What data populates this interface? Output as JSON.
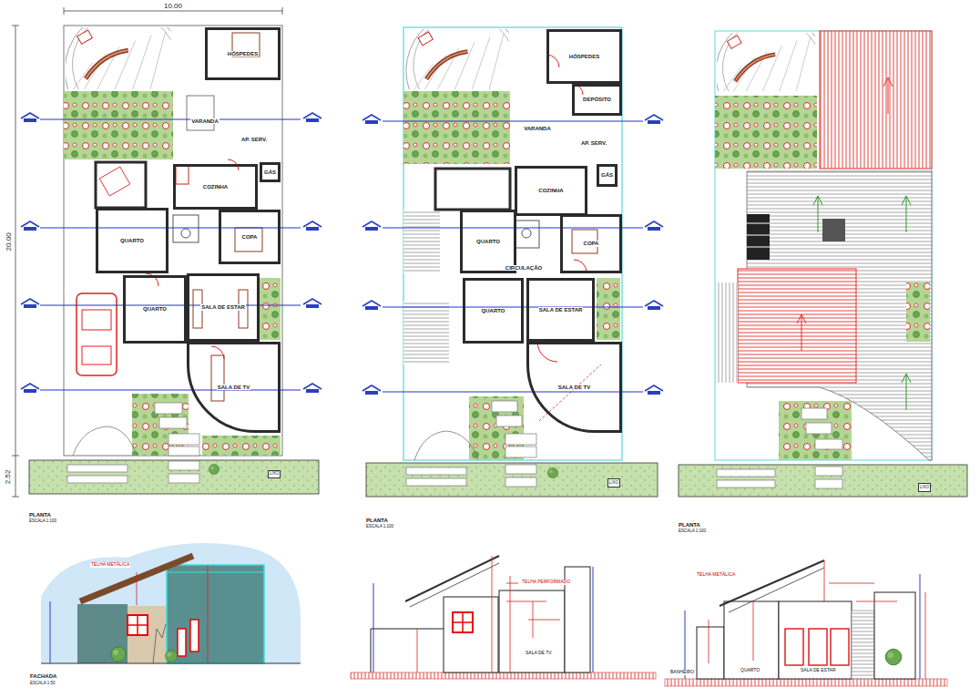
{
  "diagram": {
    "nodes": [
      {
        "text": [
          "PLANTA",
          "ESCALA 1:100"
        ]
      },
      {
        "text": [
          "HÓSPEDES"
        ],
        "in": 0
      },
      {
        "text": [
          "VARANDA"
        ],
        "in": 0
      },
      {
        "text": [
          "AP. SERV."
        ],
        "in": 0
      },
      {
        "text": [
          "GÁS"
        ],
        "in": 0
      },
      {
        "text": [
          "COZINHA"
        ],
        "in": 0
      },
      {
        "text": [
          "QUARTO"
        ],
        "in": 0
      },
      {
        "text": [
          "COPA"
        ],
        "in": 0
      },
      {
        "text": [
          "QUARTO"
        ],
        "in": 0
      },
      {
        "text": [
          "SALA DE ESTAR"
        ],
        "in": 0
      },
      {
        "text": [
          "SALA DE TV"
        ],
        "in": 0
      },
      {
        "text": [
          "LIXO"
        ],
        "in": 0
      },
      {
        "text": [
          "PLANTA",
          "ESCALA 1:100"
        ]
      },
      {
        "text": [
          "HÓSPEDES"
        ],
        "in": 12
      },
      {
        "text": [
          "DEPÓSITO"
        ],
        "in": 12
      },
      {
        "text": [
          "VARANDA"
        ],
        "in": 12
      },
      {
        "text": [
          "AP. SERV."
        ],
        "in": 12
      },
      {
        "text": [
          "GÁS"
        ],
        "in": 12
      },
      {
        "text": [
          "COZINHA"
        ],
        "in": 12
      },
      {
        "text": [
          "QUARTO"
        ],
        "in": 12
      },
      {
        "text": [
          "COPA"
        ],
        "in": 12
      },
      {
        "text": [
          "CIRCULAÇÃO"
        ],
        "in": 12
      },
      {
        "text": [
          "QUARTO"
        ],
        "in": 12
      },
      {
        "text": [
          "SALA DE ESTAR"
        ],
        "in": 12
      },
      {
        "text": [
          "SALA DE TV"
        ],
        "in": 12
      },
      {
        "text": [
          "LIXO"
        ],
        "in": 12
      },
      {
        "text": [
          "PLANTA",
          "ESCALA 1:100"
        ]
      },
      {
        "text": [
          "LIXO"
        ],
        "in": 26
      }
    ],
    "labels": [
      "10.00",
      "20.00",
      "2.52",
      "TELHA METÁLICA",
      "FACHADA",
      "ESCALA 1:50",
      "TELHA PERFORMADO",
      "SALA DE TV",
      "TELHA METÁLICA",
      "BANHEIRO",
      "QUARTO",
      "SALA DE ESTAR"
    ]
  }
}
